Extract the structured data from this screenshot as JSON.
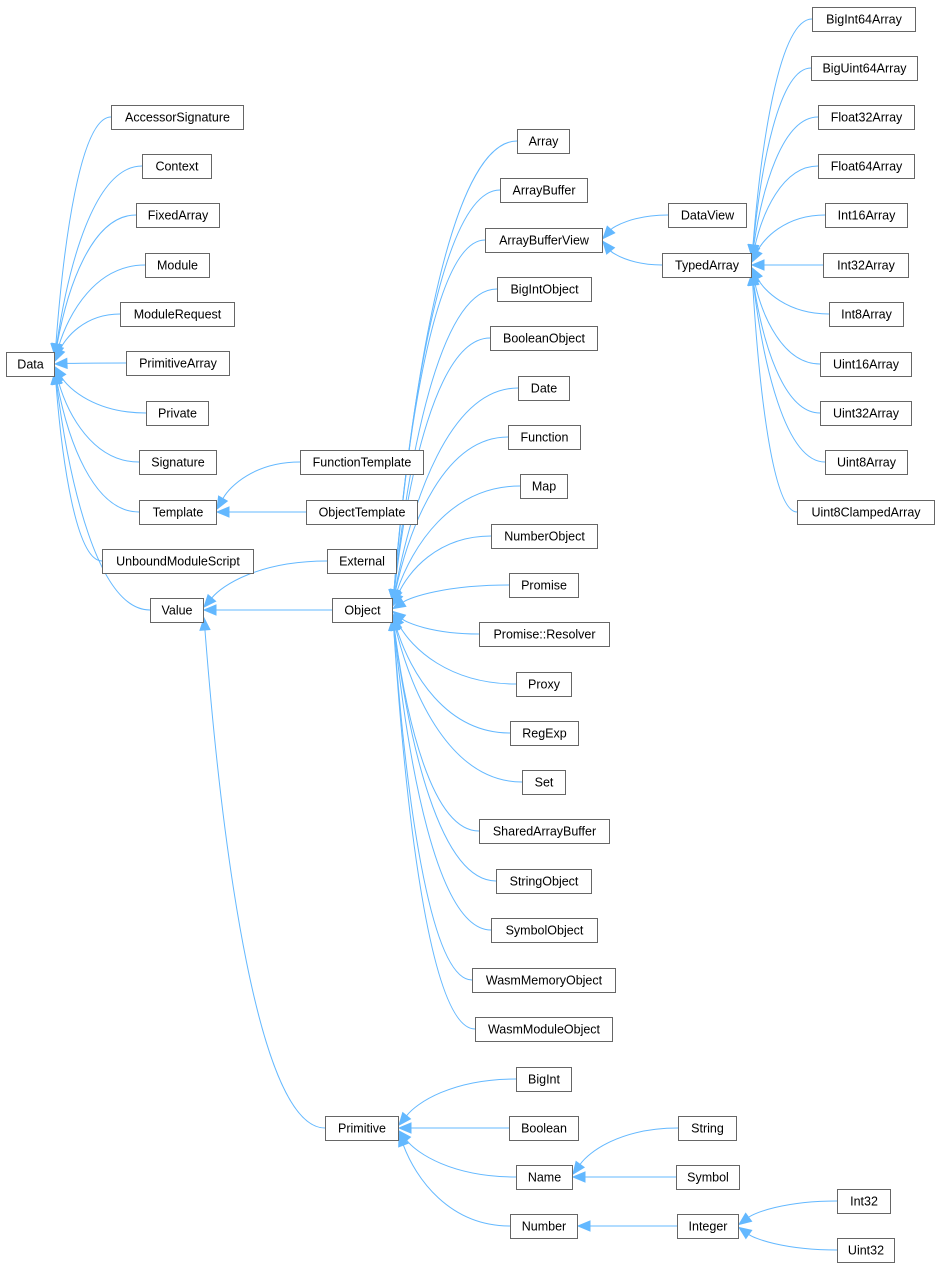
{
  "nodes": {
    "data": "Data",
    "accessor_signature": "AccessorSignature",
    "context": "Context",
    "fixed_array": "FixedArray",
    "module": "Module",
    "module_request": "ModuleRequest",
    "primitive_array": "PrimitiveArray",
    "private": "Private",
    "signature": "Signature",
    "template": "Template",
    "unbound_module_script": "UnboundModuleScript",
    "value": "Value",
    "function_template": "FunctionTemplate",
    "object_template": "ObjectTemplate",
    "external": "External",
    "object": "Object",
    "primitive": "Primitive",
    "array": "Array",
    "array_buffer": "ArrayBuffer",
    "array_buffer_view": "ArrayBufferView",
    "bigint_object": "BigIntObject",
    "boolean_object": "BooleanObject",
    "date": "Date",
    "function": "Function",
    "map": "Map",
    "number_object": "NumberObject",
    "promise": "Promise",
    "promise_resolver": "Promise::Resolver",
    "proxy": "Proxy",
    "regexp": "RegExp",
    "set": "Set",
    "shared_array_buffer": "SharedArrayBuffer",
    "string_object": "StringObject",
    "symbol_object": "SymbolObject",
    "wasm_memory_object": "WasmMemoryObject",
    "wasm_module_object": "WasmModuleObject",
    "data_view": "DataView",
    "typed_array": "TypedArray",
    "bigint64_array": "BigInt64Array",
    "biguint64_array": "BigUint64Array",
    "float32_array": "Float32Array",
    "float64_array": "Float64Array",
    "int16_array": "Int16Array",
    "int32_array": "Int32Array",
    "int8_array": "Int8Array",
    "uint16_array": "Uint16Array",
    "uint32_array": "Uint32Array",
    "uint8_array": "Uint8Array",
    "uint8_clamped_array": "Uint8ClampedArray",
    "bigint": "BigInt",
    "boolean": "Boolean",
    "name": "Name",
    "number": "Number",
    "string": "String",
    "symbol": "Symbol",
    "integer": "Integer",
    "int32": "Int32",
    "uint32": "Uint32"
  },
  "edges": [
    {
      "from": "accessor_signature",
      "to": "data"
    },
    {
      "from": "context",
      "to": "data"
    },
    {
      "from": "fixed_array",
      "to": "data"
    },
    {
      "from": "module",
      "to": "data"
    },
    {
      "from": "module_request",
      "to": "data"
    },
    {
      "from": "primitive_array",
      "to": "data"
    },
    {
      "from": "private",
      "to": "data"
    },
    {
      "from": "signature",
      "to": "data"
    },
    {
      "from": "template",
      "to": "data"
    },
    {
      "from": "unbound_module_script",
      "to": "data"
    },
    {
      "from": "value",
      "to": "data"
    },
    {
      "from": "function_template",
      "to": "template"
    },
    {
      "from": "object_template",
      "to": "template"
    },
    {
      "from": "external",
      "to": "value"
    },
    {
      "from": "object",
      "to": "value"
    },
    {
      "from": "primitive",
      "to": "value"
    },
    {
      "from": "array",
      "to": "object"
    },
    {
      "from": "array_buffer",
      "to": "object"
    },
    {
      "from": "array_buffer_view",
      "to": "object"
    },
    {
      "from": "bigint_object",
      "to": "object"
    },
    {
      "from": "boolean_object",
      "to": "object"
    },
    {
      "from": "date",
      "to": "object"
    },
    {
      "from": "function",
      "to": "object"
    },
    {
      "from": "map",
      "to": "object"
    },
    {
      "from": "number_object",
      "to": "object"
    },
    {
      "from": "promise",
      "to": "object"
    },
    {
      "from": "promise_resolver",
      "to": "object"
    },
    {
      "from": "proxy",
      "to": "object"
    },
    {
      "from": "regexp",
      "to": "object"
    },
    {
      "from": "set",
      "to": "object"
    },
    {
      "from": "shared_array_buffer",
      "to": "object"
    },
    {
      "from": "string_object",
      "to": "object"
    },
    {
      "from": "symbol_object",
      "to": "object"
    },
    {
      "from": "wasm_memory_object",
      "to": "object"
    },
    {
      "from": "wasm_module_object",
      "to": "object"
    },
    {
      "from": "data_view",
      "to": "array_buffer_view"
    },
    {
      "from": "typed_array",
      "to": "array_buffer_view"
    },
    {
      "from": "bigint64_array",
      "to": "typed_array"
    },
    {
      "from": "biguint64_array",
      "to": "typed_array"
    },
    {
      "from": "float32_array",
      "to": "typed_array"
    },
    {
      "from": "float64_array",
      "to": "typed_array"
    },
    {
      "from": "int16_array",
      "to": "typed_array"
    },
    {
      "from": "int32_array",
      "to": "typed_array"
    },
    {
      "from": "int8_array",
      "to": "typed_array"
    },
    {
      "from": "uint16_array",
      "to": "typed_array"
    },
    {
      "from": "uint32_array",
      "to": "typed_array"
    },
    {
      "from": "uint8_array",
      "to": "typed_array"
    },
    {
      "from": "uint8_clamped_array",
      "to": "typed_array"
    },
    {
      "from": "bigint",
      "to": "primitive"
    },
    {
      "from": "boolean",
      "to": "primitive"
    },
    {
      "from": "name",
      "to": "primitive"
    },
    {
      "from": "number",
      "to": "primitive"
    },
    {
      "from": "string",
      "to": "name"
    },
    {
      "from": "symbol",
      "to": "name"
    },
    {
      "from": "integer",
      "to": "number"
    },
    {
      "from": "int32",
      "to": "integer"
    },
    {
      "from": "uint32",
      "to": "integer"
    }
  ],
  "colors": {
    "edge": "#63b8ff",
    "node_border": "#666666",
    "node_fill": "#ffffff",
    "text": "#000000"
  }
}
